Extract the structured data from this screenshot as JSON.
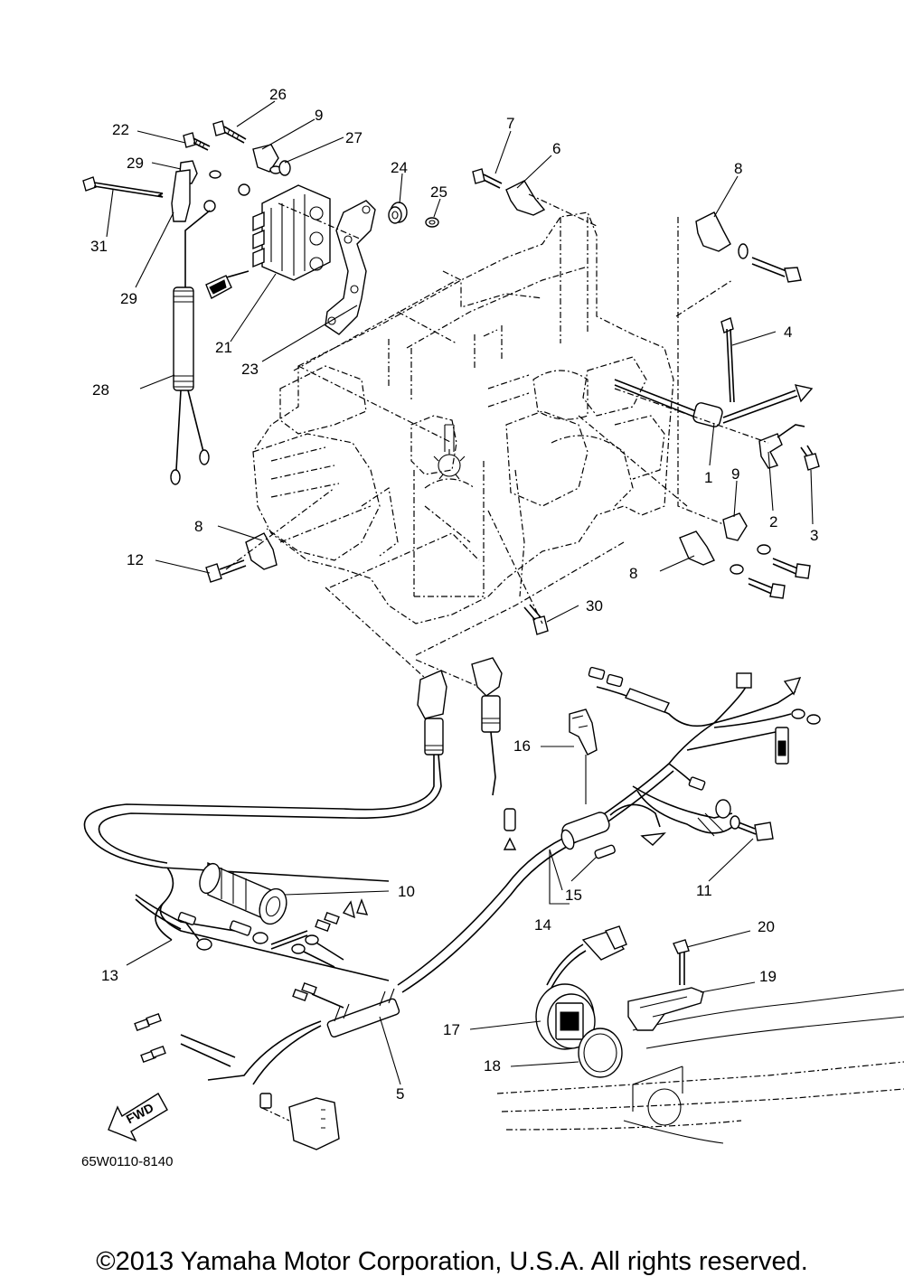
{
  "callouts": {
    "c1": "1",
    "c2": "2",
    "c3": "3",
    "c4": "4",
    "c5": "5",
    "c6": "6",
    "c7": "7",
    "c8a": "8",
    "c8b": "8",
    "c8c": "8",
    "c9a": "9",
    "c9b": "9",
    "c10": "10",
    "c11": "11",
    "c12": "12",
    "c13": "13",
    "c14": "14",
    "c15": "15",
    "c16": "16",
    "c17": "17",
    "c18": "18",
    "c19": "19",
    "c20": "20",
    "c21": "21",
    "c22": "22",
    "c23": "23",
    "c24": "24",
    "c25": "25",
    "c26": "26",
    "c27": "27",
    "c28": "28",
    "c29a": "29",
    "c29b": "29",
    "c30": "30",
    "c31": "31"
  },
  "fwd_label": "FWD",
  "diagram_code": "65W0110-8140",
  "copyright": "©2013 Yamaha Motor Corporation, U.S.A. All rights reserved."
}
